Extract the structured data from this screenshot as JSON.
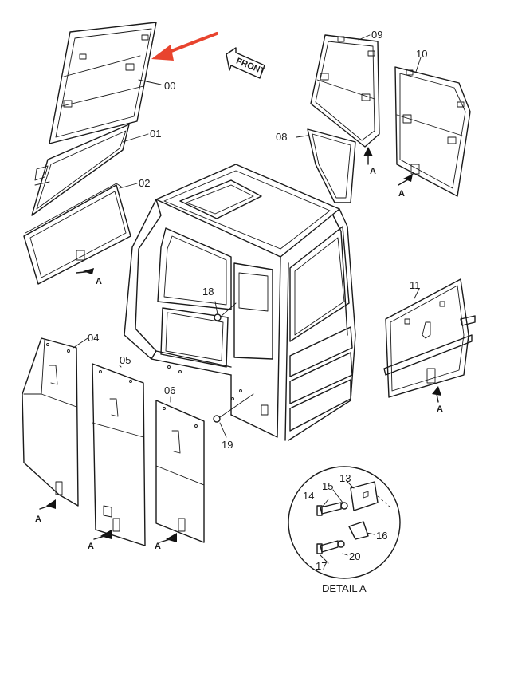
{
  "parts": {
    "p00": "00",
    "p01": "01",
    "p02": "02",
    "p04": "04",
    "p05": "05",
    "p06": "06",
    "p08": "08",
    "p09": "09",
    "p10": "10",
    "p11": "11",
    "p13": "13",
    "p14": "14",
    "p15": "15",
    "p16": "16",
    "p17": "17",
    "p18": "18",
    "p19": "19",
    "p20": "20"
  },
  "callout": "A",
  "front_label": "FRONT",
  "detail_label": "DETAIL A",
  "colors": {
    "pointer_arrow": "#e8442e",
    "line": "#1a1a1a"
  }
}
